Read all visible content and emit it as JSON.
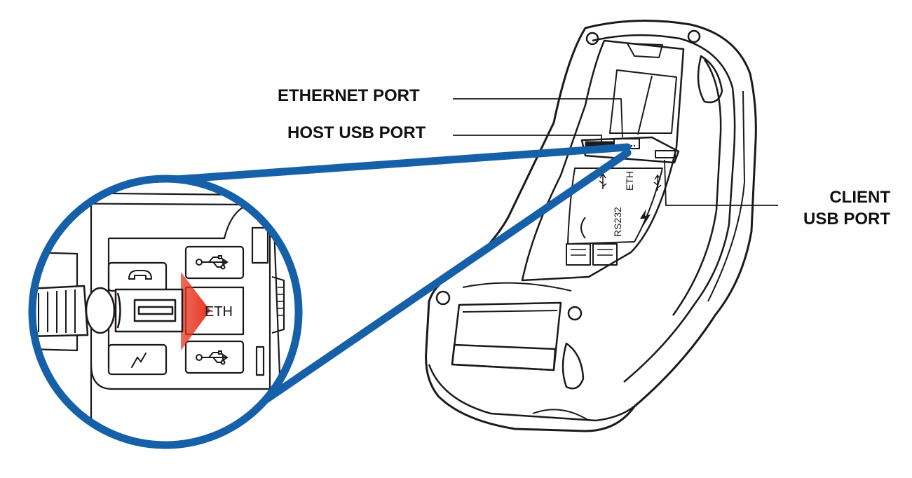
{
  "callouts": {
    "ethernet_port": "ETHERNET PORT",
    "host_usb_port": "HOST USB PORT",
    "client_usb_port_line1": "CLIENT",
    "client_usb_port_line2": "USB PORT"
  },
  "zoom_panel": {
    "eth_label": "ETH"
  },
  "device_labels": {
    "eth": "ETH",
    "rs232": "RS232"
  },
  "colors": {
    "magnifier_ring": "#1560a8",
    "insert_arrow": "#e8341f",
    "line_art": "#1a1a1a",
    "callout_text": "#111111"
  },
  "icons": {
    "usb_top": "usb-icon",
    "usb_bottom": "usb-icon",
    "phone": "phone-icon",
    "power": "lightning-icon"
  }
}
